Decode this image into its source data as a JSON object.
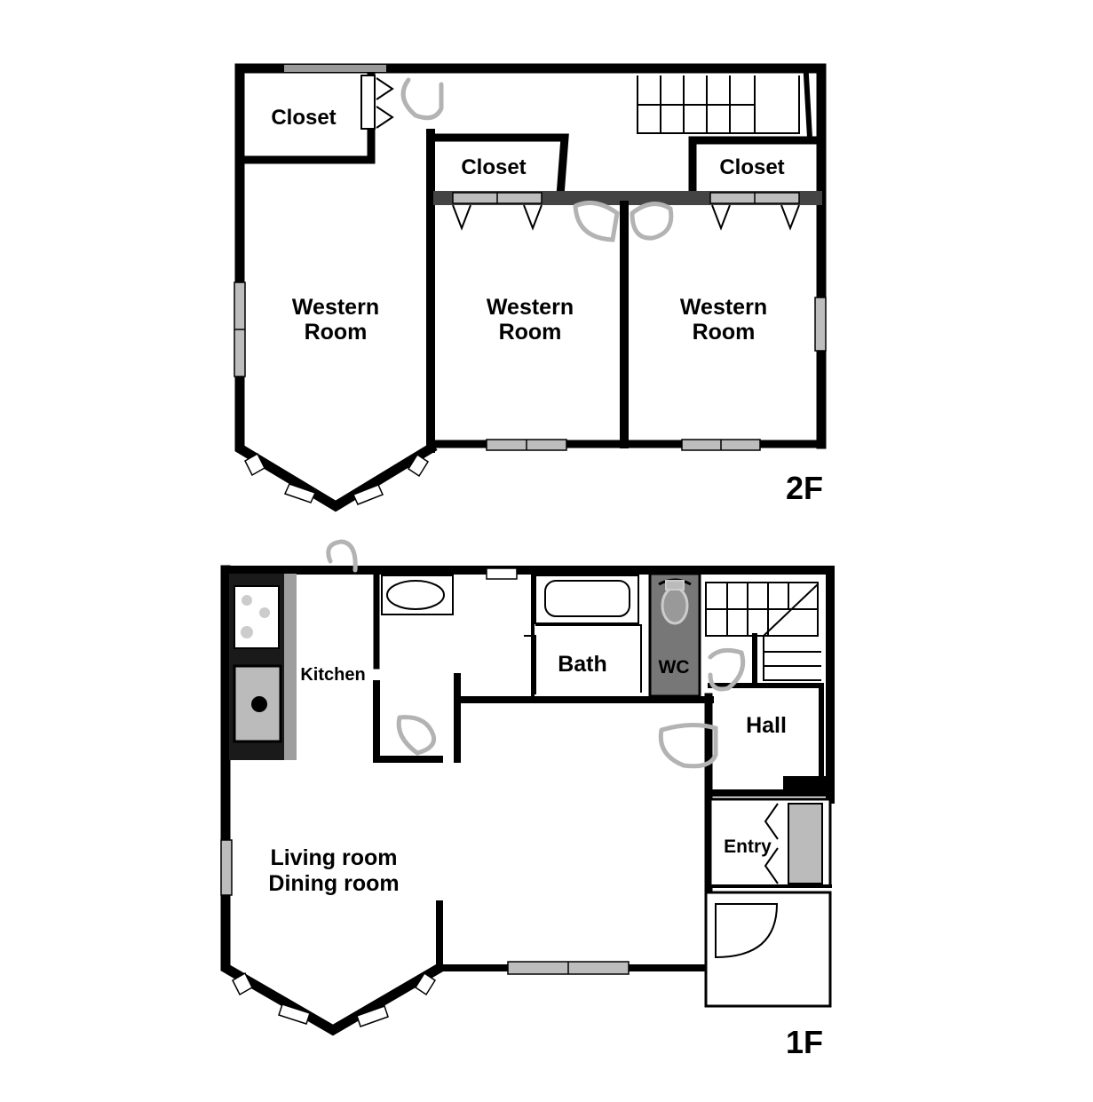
{
  "floors": {
    "second": {
      "label": "2F",
      "rooms": {
        "closet_left": "Closet",
        "closet_mid": "Closet",
        "closet_right": "Closet",
        "western_left": [
          "Western",
          "Room"
        ],
        "western_mid": [
          "Western",
          "Room"
        ],
        "western_right": [
          "Western",
          "Room"
        ]
      }
    },
    "first": {
      "label": "1F",
      "rooms": {
        "kitchen": "Kitchen",
        "bath": "Bath",
        "wc": "WC",
        "hall": "Hall",
        "entry": "Entry",
        "living": [
          "Living room",
          "Dining room"
        ]
      }
    }
  }
}
